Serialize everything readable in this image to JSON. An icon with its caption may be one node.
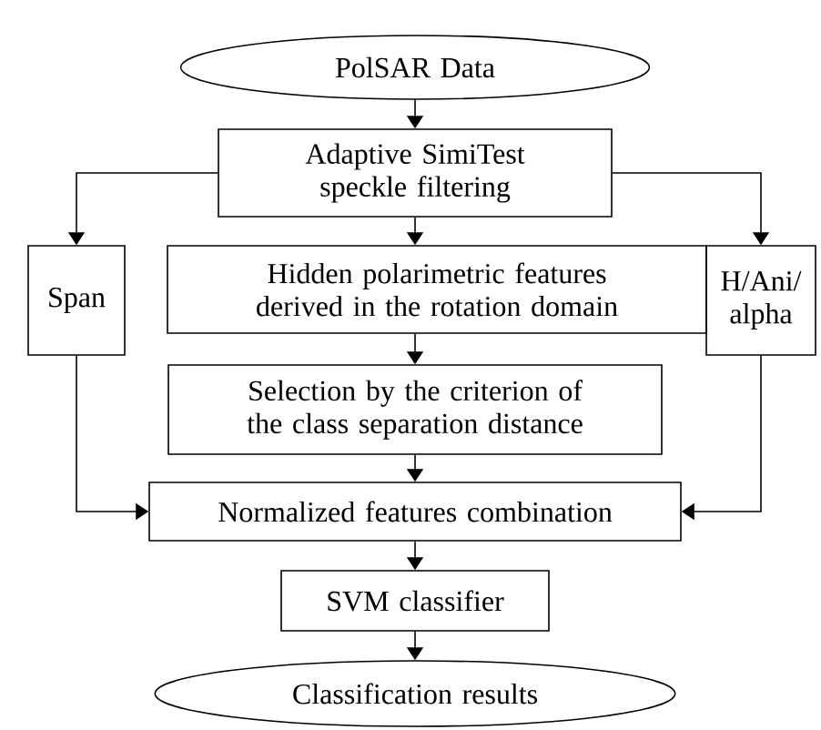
{
  "diagram": {
    "nodes": [
      {
        "text": [
          "PolSAR Data"
        ]
      },
      {
        "text": [
          "Adaptive SimiTest speckle filtering"
        ]
      },
      {
        "text": [
          "Span"
        ]
      },
      {
        "text": [
          "Hidden polarimetric features derived in the rotation domain"
        ]
      },
      {
        "text": [
          "H/Ani/ alpha"
        ]
      },
      {
        "text": [
          "Selection by the criterion of the class separation distance"
        ]
      },
      {
        "text": [
          "Normalized features combination"
        ]
      },
      {
        "text": [
          "SVM classifier"
        ]
      },
      {
        "text": [
          "Classification results"
        ]
      }
    ],
    "edges": [
      {
        "from": 0,
        "to": 1,
        "arrow": "to"
      },
      {
        "from": 1,
        "to": 2,
        "arrow": "to"
      },
      {
        "from": 1,
        "to": 3,
        "arrow": "to"
      },
      {
        "from": 1,
        "to": 4,
        "arrow": "to"
      },
      {
        "from": 3,
        "to": 5,
        "arrow": "to"
      },
      {
        "from": 2,
        "to": 6,
        "arrow": "to"
      },
      {
        "from": 5,
        "to": 6,
        "arrow": "to"
      },
      {
        "from": 4,
        "to": 6,
        "arrow": "to"
      },
      {
        "from": 6,
        "to": 7,
        "arrow": "to"
      },
      {
        "from": 7,
        "to": 8,
        "arrow": "to"
      }
    ]
  }
}
